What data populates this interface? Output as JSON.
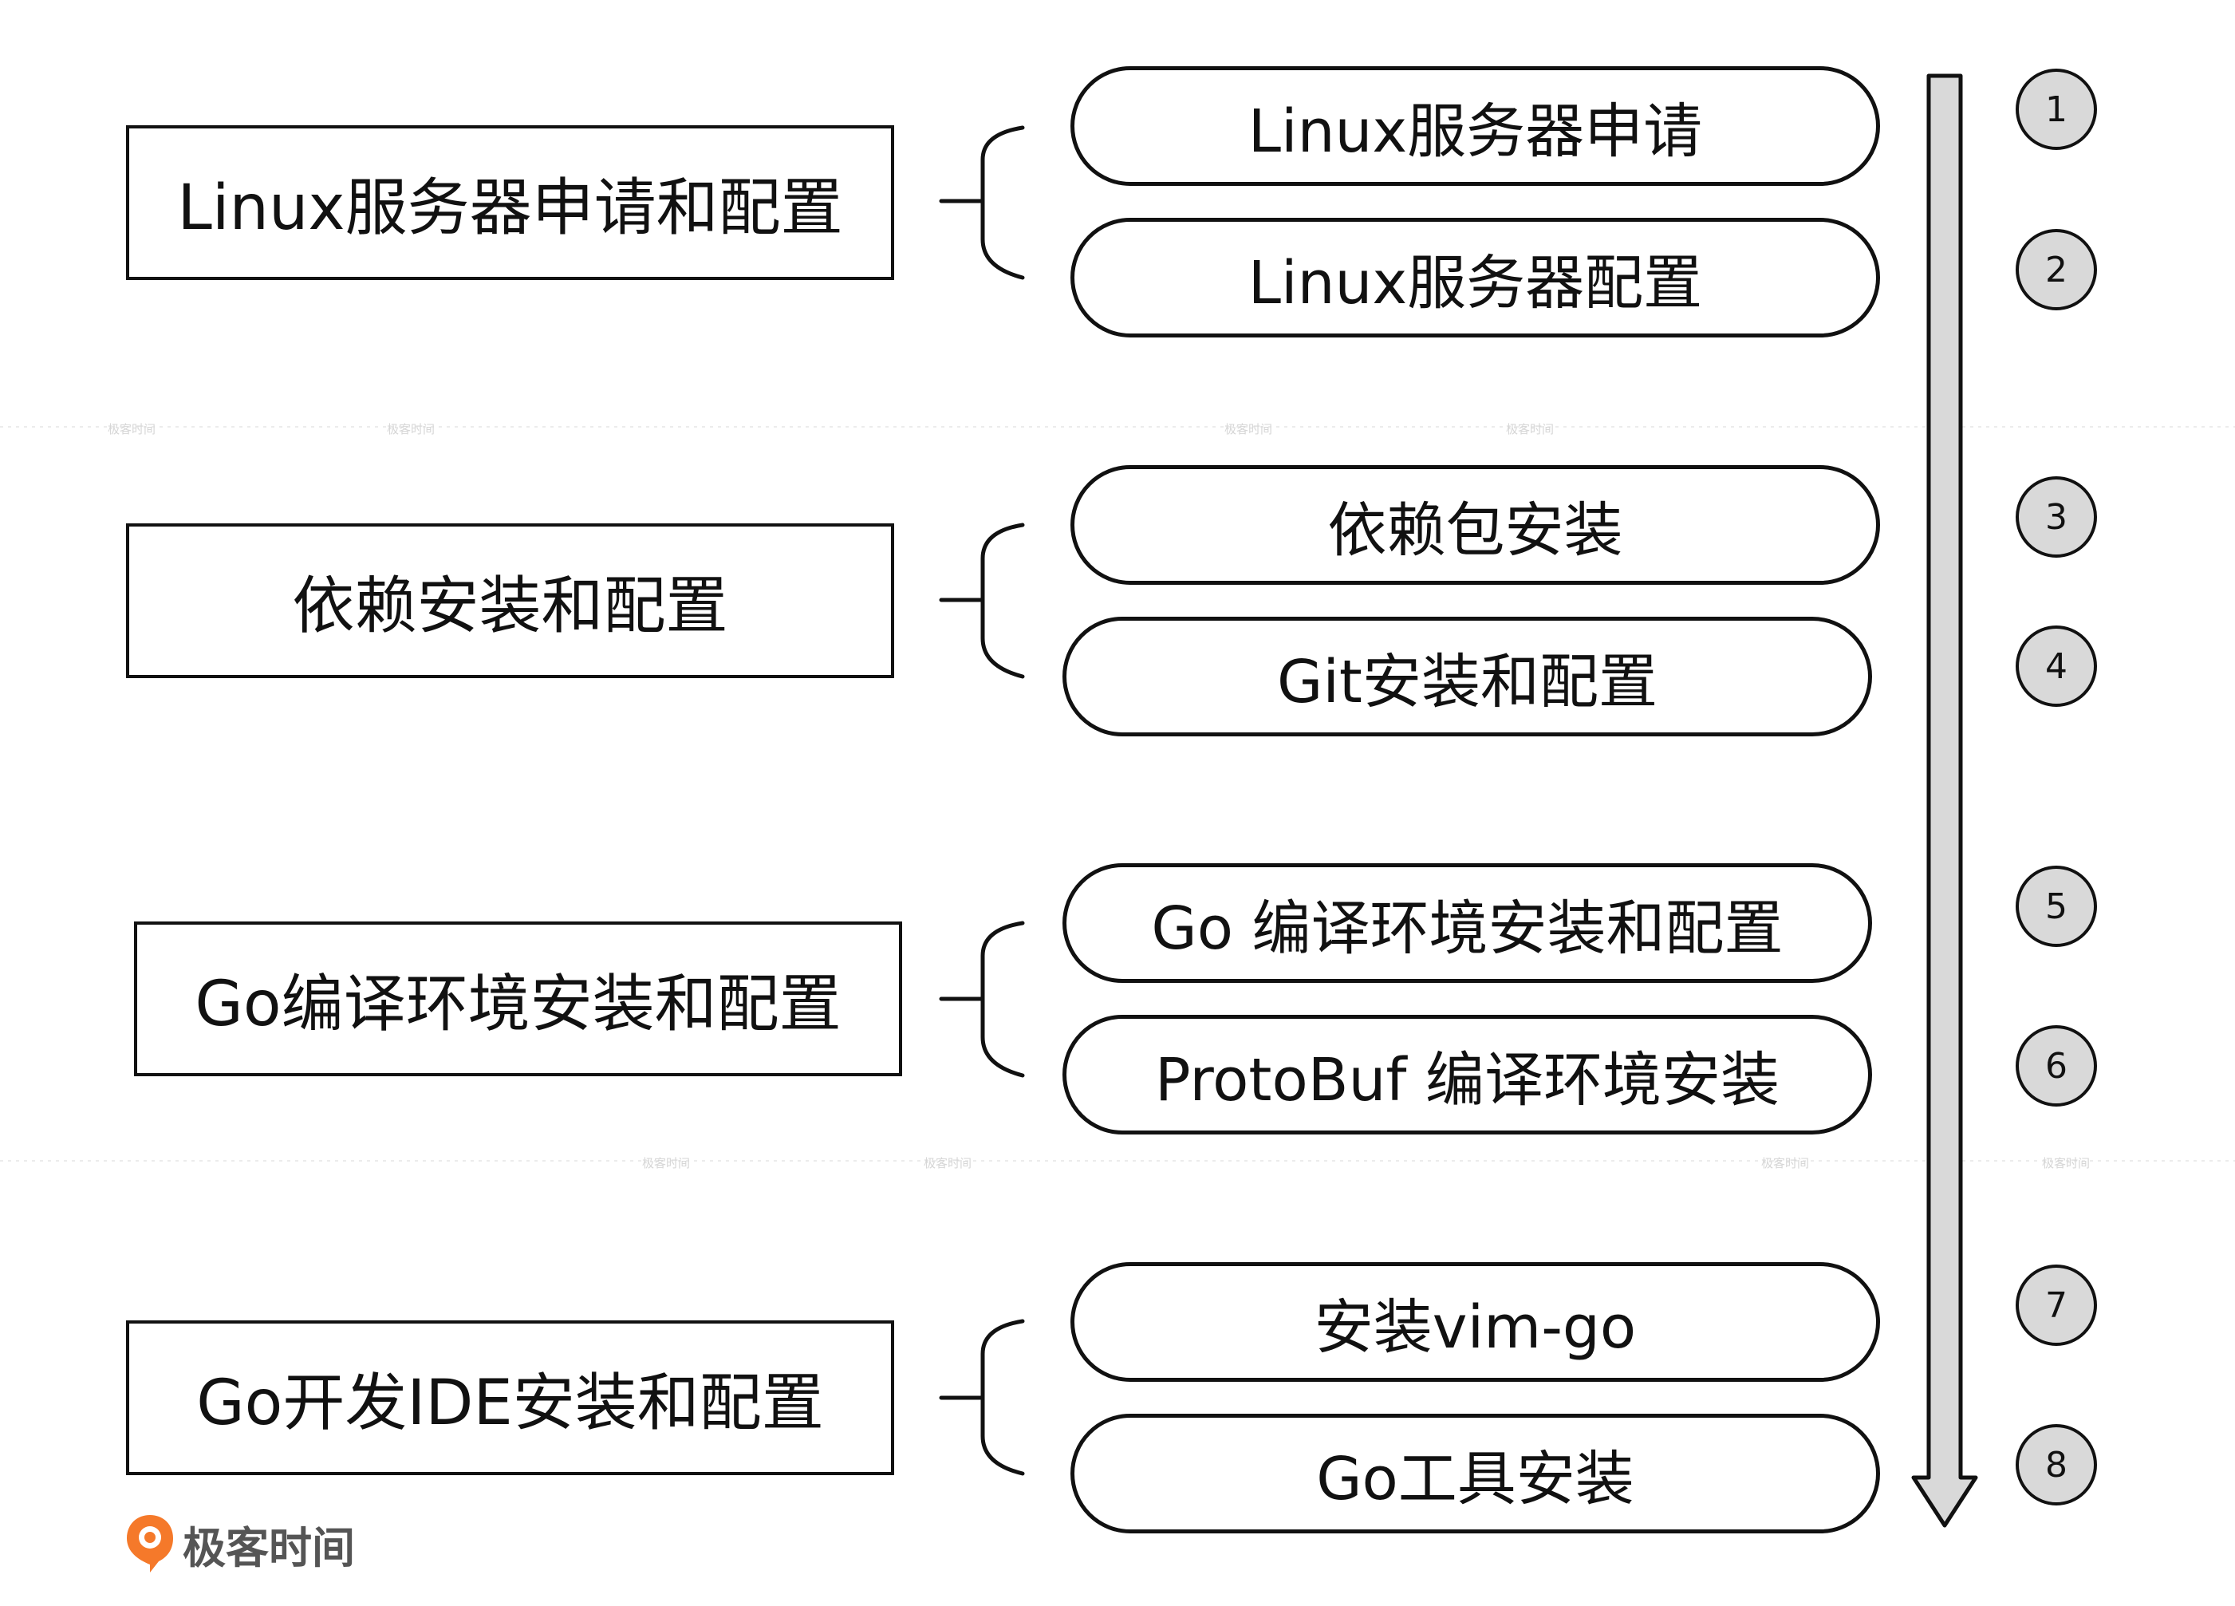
{
  "steps": [
    {
      "label": "Linux服务器申请和配置",
      "subs": [
        {
          "label": "Linux服务器申请",
          "num": "1"
        },
        {
          "label": "Linux服务器配置",
          "num": "2"
        }
      ]
    },
    {
      "label": "依赖安装和配置",
      "subs": [
        {
          "label": "依赖包安装",
          "num": "3"
        },
        {
          "label": "Git安装和配置",
          "num": "4"
        }
      ]
    },
    {
      "label": "Go编译环境安装和配置",
      "subs": [
        {
          "label": "Go 编译环境安装和配置",
          "num": "5"
        },
        {
          "label": "ProtoBuf 编译环境安装",
          "num": "6"
        }
      ]
    },
    {
      "label": "Go开发IDE安装和配置",
      "subs": [
        {
          "label": "安装vim-go",
          "num": "7"
        },
        {
          "label": "Go工具安装",
          "num": "8"
        }
      ]
    }
  ],
  "watermark": "极客时间",
  "logo": {
    "text": "极客时间",
    "color": "#f5792a"
  },
  "colors": {
    "line": "#111111",
    "number_fill": "#d9d9d9",
    "arrow_fill": "#d9d9d9"
  }
}
